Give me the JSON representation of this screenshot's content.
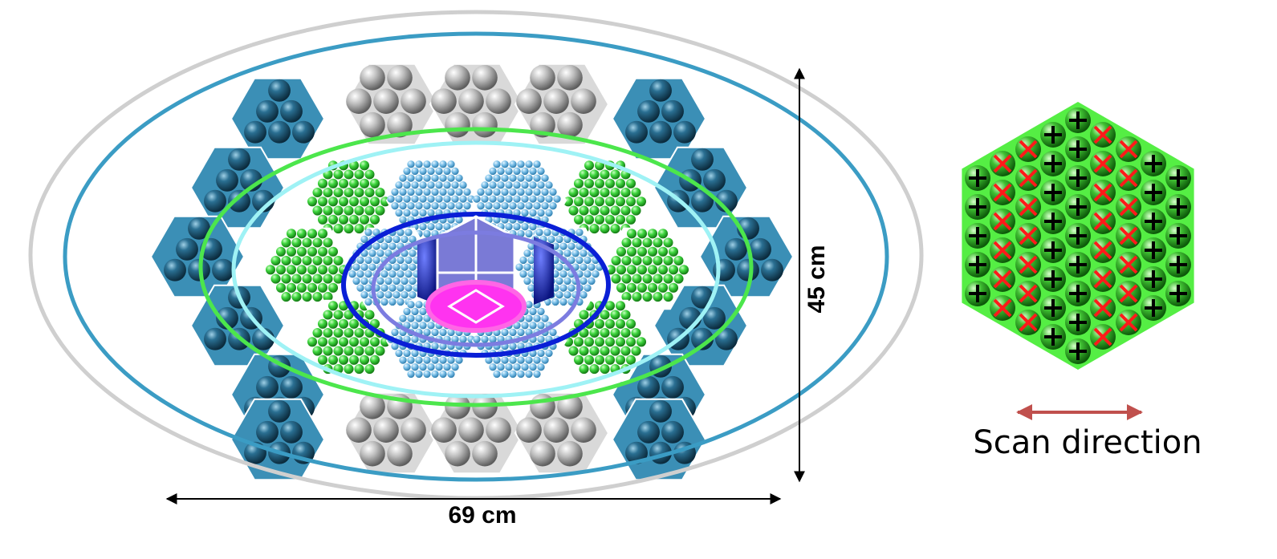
{
  "labels": {
    "width": "69 cm",
    "height": "45 cm",
    "scan_direction": "Scan direction"
  },
  "colors": {
    "outer_ring": "#cfcfcf",
    "blue_ring": "#3b9cc4",
    "green_ring": "#4ce64c",
    "cyan_ring": "#9ff2f5",
    "inner_blue_ring": "#0a1fd6",
    "violet_ring": "#7c7ce0",
    "magenta": "#ff33f0",
    "steel_blue": "#3b8fb6",
    "dark_sphere": "#1d4f6b",
    "silver_sphere": "#b4b4b4",
    "green_sphere": "#3fd63f",
    "light_blue_sphere": "#86c8ee",
    "cube_face": "#7a7ad6",
    "detail_green": "#55ee44",
    "cross_red": "#ff1a1a",
    "arrow_red": "#c0504d"
  }
}
